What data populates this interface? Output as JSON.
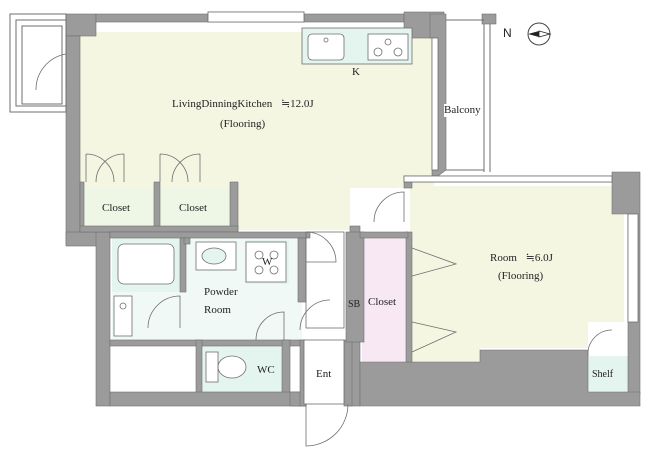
{
  "floorplan": {
    "rooms": {
      "ldk": {
        "name": "LivingDinningKitchen",
        "size": "≒12.0J",
        "floor": "(Flooring)"
      },
      "kitchen": "K",
      "balcony": "Balcony",
      "closet_left": "Closet",
      "closet_right": "Closet",
      "room": {
        "name": "Room",
        "size": "≒6.0J",
        "floor": "(Flooring)"
      },
      "washer": "W",
      "powder": {
        "line1": "Powder",
        "line2": "Room"
      },
      "shoebox": "SB",
      "closet_room": "Closet",
      "wc": "WC",
      "entrance": "Ent",
      "shelf": "Shelf"
    },
    "compass": {
      "north_label": "N"
    },
    "colors": {
      "wall": "#9b9b9b",
      "ldk_floor": "#f5f6e2",
      "room_floor": "#f5f6e2",
      "wet_area": "#e4f4ef",
      "closet_pink": "#f7e8f3",
      "closet_green": "#eef6e6",
      "white": "#ffffff"
    }
  }
}
